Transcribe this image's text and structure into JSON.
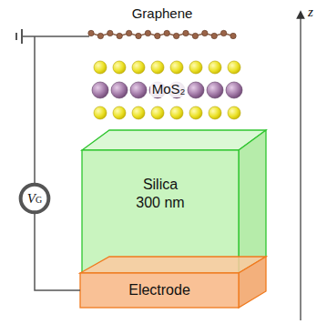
{
  "diagram": {
    "nodes": [
      {
        "text": [
          "Silica",
          "300 nm"
        ]
      },
      {
        "text": [
          "Electrode"
        ]
      },
      {
        "text": [
          "VG"
        ]
      }
    ],
    "edges": [
      {
        "from": 2,
        "to": 1,
        "arrow": "none"
      }
    ],
    "labels": [
      "Graphene",
      "MoS₂",
      "z"
    ]
  }
}
